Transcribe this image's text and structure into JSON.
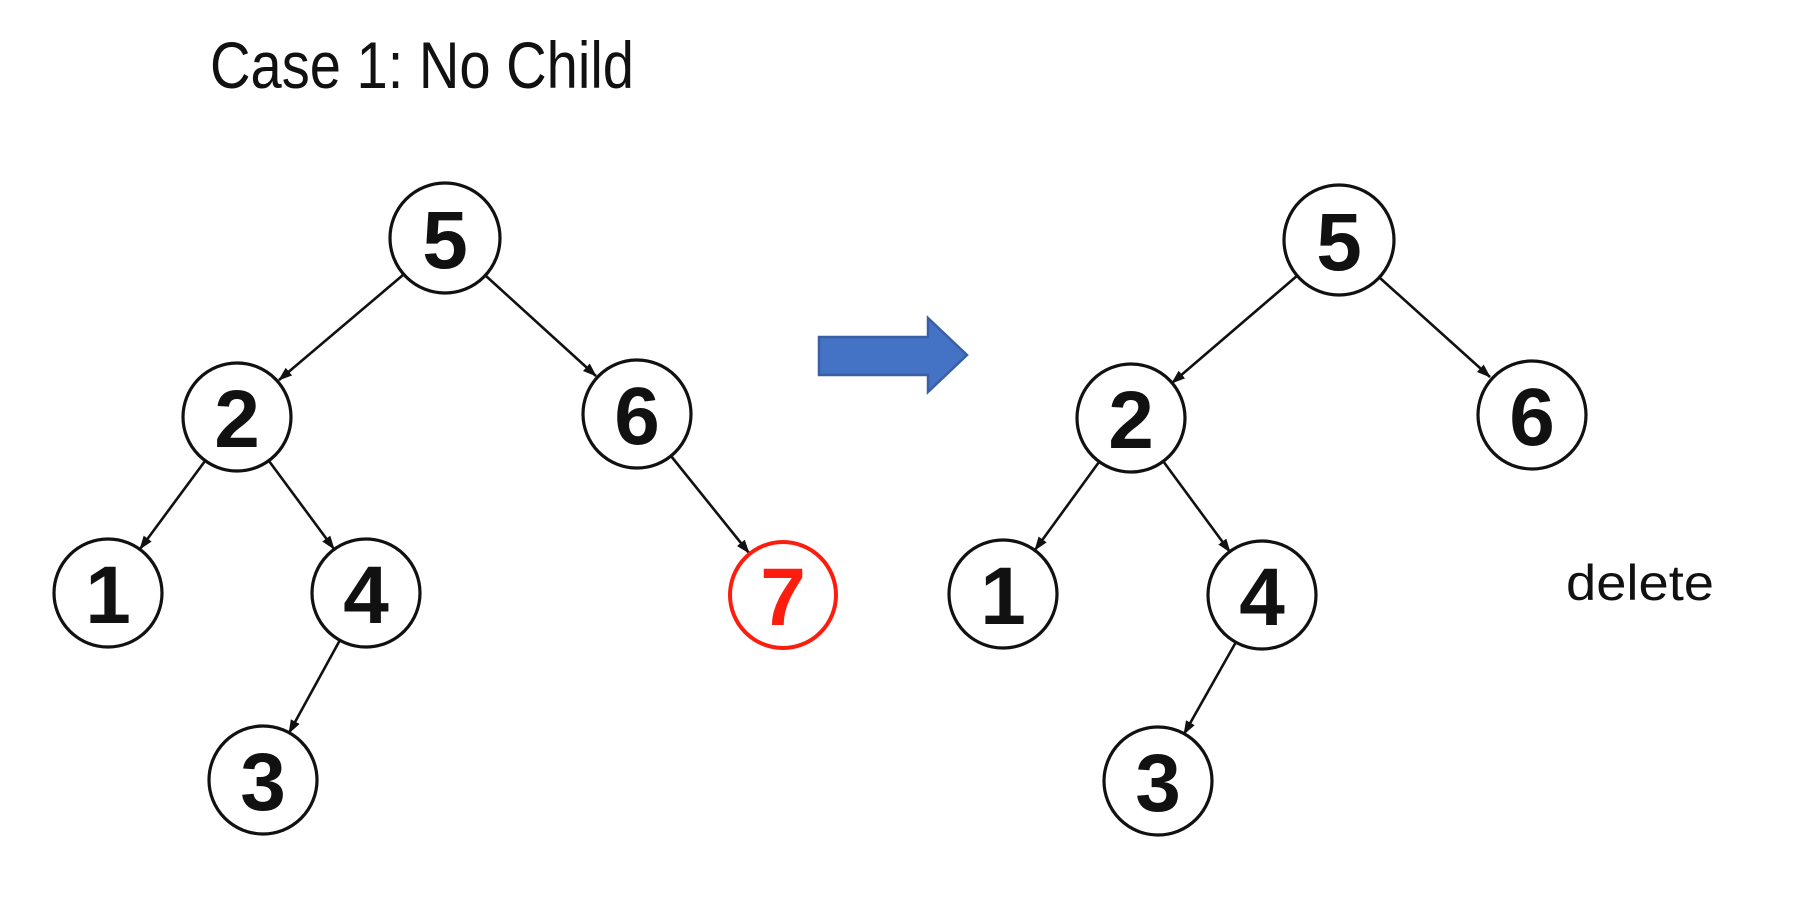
{
  "title": "Case 1: No Child",
  "annotation": {
    "delete_label": "delete"
  },
  "icons": {
    "transform_arrow": "right-arrow-icon"
  },
  "colors": {
    "background": "#ffffff",
    "node_stroke": "#111111",
    "node_text": "#111111",
    "highlight_red": "#fb1e0e",
    "arrow_blue": "#4472c4",
    "arrow_blue_border": "#3a5fa5"
  },
  "trees": {
    "before": {
      "label": "tree-before-deletion",
      "nodes": [
        {
          "value": "5",
          "role": "root"
        },
        {
          "value": "2"
        },
        {
          "value": "6"
        },
        {
          "value": "1"
        },
        {
          "value": "4"
        },
        {
          "value": "7",
          "highlighted": true
        },
        {
          "value": "3"
        }
      ],
      "edges": [
        "5->2",
        "5->6",
        "2->1",
        "2->4",
        "4->3",
        "6->7"
      ],
      "highlighted_node": "7"
    },
    "after": {
      "label": "tree-after-deletion",
      "nodes": [
        {
          "value": "5",
          "role": "root"
        },
        {
          "value": "2"
        },
        {
          "value": "6"
        },
        {
          "value": "1"
        },
        {
          "value": "4"
        },
        {
          "value": "3"
        }
      ],
      "edges": [
        "5->2",
        "5->6",
        "2->1",
        "2->4",
        "4->3"
      ]
    }
  }
}
